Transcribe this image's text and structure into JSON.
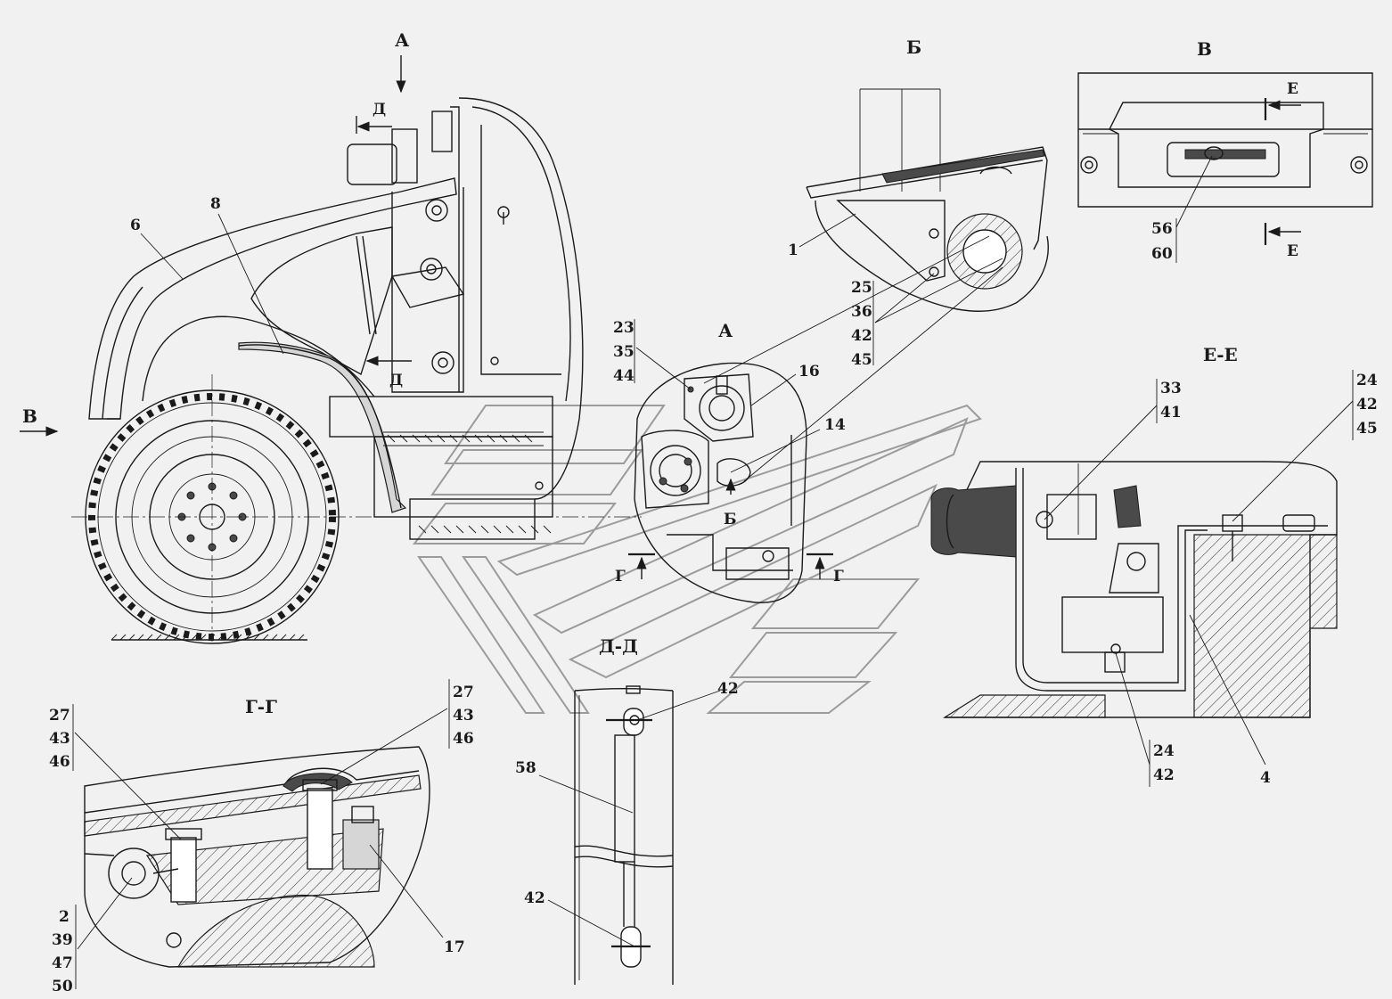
{
  "views": {
    "view_a_top": "А",
    "view_b_top": "Б",
    "view_v_top": "В",
    "view_a_detail": "А",
    "section_ee": "Е-Е",
    "section_gg": "Г-Г",
    "section_dd": "Д-Д"
  },
  "markers": {
    "a_arrow": "А",
    "d_upper": "Д",
    "d_lower": "Д",
    "v_arrow": "В",
    "b_arrow": "Б",
    "g_left": "Г",
    "g_right": "Г",
    "e_upper": "Е",
    "e_lower": "Е"
  },
  "callouts": {
    "c6": "6",
    "c8": "8",
    "c1": "1",
    "c16": "16",
    "c14": "14",
    "c17": "17",
    "c58": "58",
    "c42_upper": "42",
    "c42_lower": "42",
    "c4": "4",
    "stack_23_35_44": [
      "23",
      "35",
      "44"
    ],
    "stack_25_36_42_45": [
      "25",
      "36",
      "42",
      "45"
    ],
    "stack_56_60": [
      "56",
      "60"
    ],
    "stack_33_41": [
      "33",
      "41"
    ],
    "stack_24_42_45": [
      "24",
      "42",
      "45"
    ],
    "stack_24_42": [
      "24",
      "42"
    ],
    "stack_27_43_46_left": [
      "27",
      "43",
      "46"
    ],
    "stack_27_43_46_right": [
      "27",
      "43",
      "46"
    ],
    "stack_2_39_47_50": [
      "2",
      "39",
      "47",
      "50"
    ]
  }
}
